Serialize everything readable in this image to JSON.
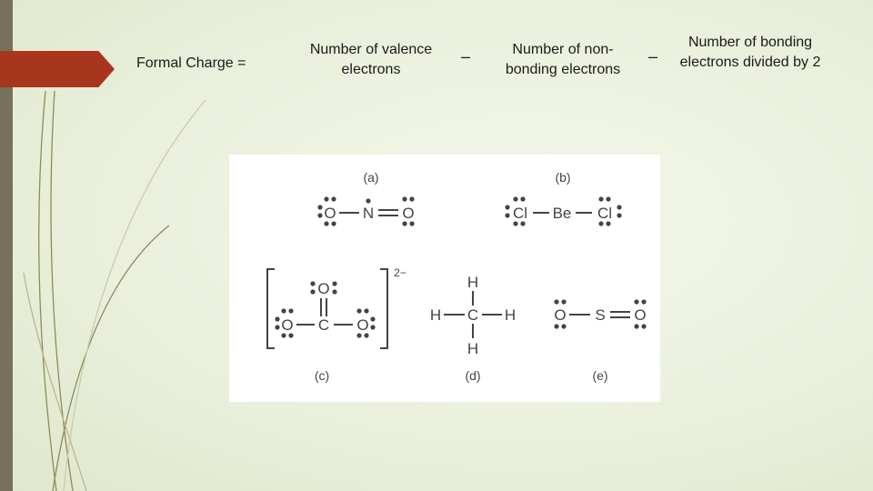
{
  "formula": {
    "label": "Formal Charge =",
    "term_valence": "Number of valence electrons",
    "operator_1": "–",
    "term_nonbonding": "Number of non-bonding electrons",
    "operator_2": "–",
    "term_bonding": "Number of bonding electrons divided by 2"
  },
  "structures": {
    "a": {
      "label": "(a)",
      "atoms": [
        "O",
        "N",
        "O"
      ]
    },
    "b": {
      "label": "(b)",
      "atoms": [
        "Cl",
        "Be",
        "Cl"
      ]
    },
    "c": {
      "label": "(c)",
      "atoms": [
        "O",
        "C",
        "O",
        "O"
      ],
      "charge": "2−"
    },
    "d": {
      "label": "(d)",
      "atoms": [
        "H",
        "C",
        "H",
        "H",
        "H"
      ]
    },
    "e": {
      "label": "(e)",
      "atoms": [
        "O",
        "S",
        "O"
      ]
    }
  },
  "colors": {
    "background": "#eaf0dc",
    "side_bar": "#77705a",
    "accent_tab": "#a8361f",
    "decor_line": "#8f8a5a",
    "text": "#1a1a1a",
    "diagram_text": "#444444"
  }
}
